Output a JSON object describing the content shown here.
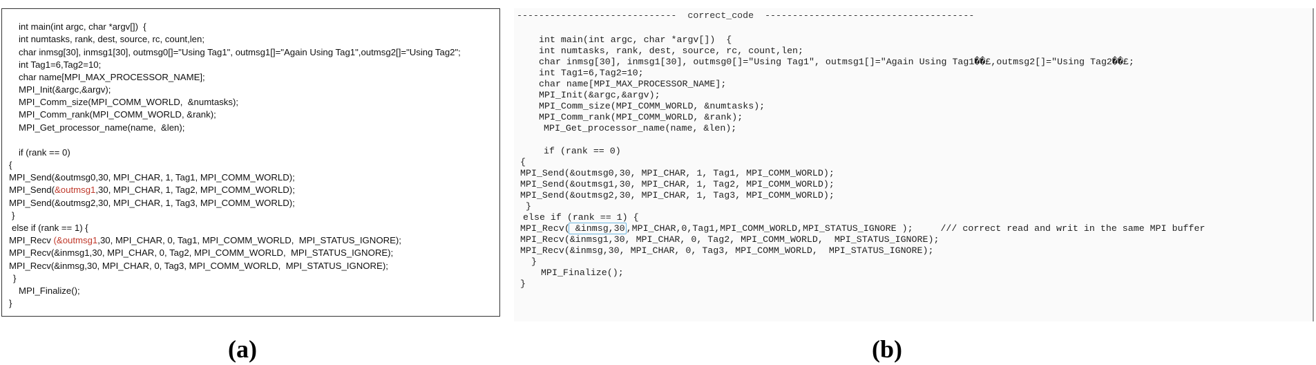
{
  "panel_a": {
    "lines": [
      "int main(int argc, char *argv[])  {",
      "int numtasks, rank, dest, source, rc, count,len;",
      "char inmsg[30], inmsg1[30], outmsg0[]=\"Using Tag1\", outmsg1[]=\"Again Using Tag1\",outmsg2[]=\"Using Tag2\";",
      "int Tag1=6,Tag2=10;",
      "char name[MPI_MAX_PROCESSOR_NAME];",
      "MPI_Init(&argc,&argv);",
      "MPI_Comm_size(MPI_COMM_WORLD,  &numtasks);",
      "MPI_Comm_rank(MPI_COMM_WORLD, &rank);",
      "MPI_Get_processor_name(name,  &len);",
      "if (rank == 0)",
      "{",
      "MPI_Send(&outmsg0,30, MPI_CHAR, 1, Tag1, MPI_COMM_WORLD);",
      "MPI_Send(",
      "&outmsg1",
      ",30, MPI_CHAR, 1, Tag2, MPI_COMM_WORLD);",
      "MPI_Send(&outmsg2,30, MPI_CHAR, 1, Tag3, MPI_COMM_WORLD);",
      "}",
      "else if (rank == 1) {",
      "MPI_Recv ",
      "(&outmsg1",
      ",30, MPI_CHAR, 0, Tag1, MPI_COMM_WORLD,  MPI_STATUS_IGNORE);",
      "MPI_Recv(&inmsg1,30, MPI_CHAR, 0, Tag2, MPI_COMM_WORLD,  MPI_STATUS_IGNORE);",
      "MPI_Recv(&inmsg,30, MPI_CHAR, 0, Tag3, MPI_COMM_WORLD,  MPI_STATUS_IGNORE);",
      "}",
      "MPI_Finalize();",
      "}"
    ],
    "highlight_color": "#c0392b"
  },
  "panel_b": {
    "header": "-----------------------------  correct_code  --------------------------------------",
    "lines": [
      "int main(int argc, char *argv[])  {",
      "int numtasks, rank, dest, source, rc, count,len;",
      "char inmsg[30], inmsg1[30], outmsg0[]=\"Using Tag1\", outmsg1[]=\"Again Using Tag1��£,outmsg2[]=\"Using Tag2��£;",
      "int Tag1=6,Tag2=10;",
      "char name[MPI_MAX_PROCESSOR_NAME];",
      "MPI_Init(&argc,&argv);",
      "MPI_Comm_size(MPI_COMM_WORLD, &numtasks);",
      "MPI_Comm_rank(MPI_COMM_WORLD, &rank);",
      "MPI_Get_processor_name(name, &len);",
      "if (rank == 0)",
      "{",
      "MPI_Send(&outmsg0,30, MPI_CHAR, 1, Tag1, MPI_COMM_WORLD);",
      "MPI_Send(&outmsg1,30, MPI_CHAR, 1, Tag2, MPI_COMM_WORLD);",
      "MPI_Send(&outmsg2,30, MPI_CHAR, 1, Tag3, MPI_COMM_WORLD);",
      "}",
      "else if (rank == 1) {",
      "MPI_Recv(",
      " &inmsg,30",
      ",MPI_CHAR,0,Tag1,MPI_COMM_WORLD,MPI_STATUS_IGNORE );     /// correct read and writ in the same MPI buffer",
      "MPI_Recv(&inmsg1,30, MPI_CHAR, 0, Tag2, MPI_COMM_WORLD,  MPI_STATUS_IGNORE);",
      "MPI_Recv(&inmsg,30, MPI_CHAR, 0, Tag3, MPI_COMM_WORLD,  MPI_STATUS_IGNORE);",
      "}",
      "MPI_Finalize();",
      "}"
    ],
    "selection_color": "#6bb6e0"
  },
  "captions": {
    "a": "(a)",
    "b": "(b)"
  }
}
